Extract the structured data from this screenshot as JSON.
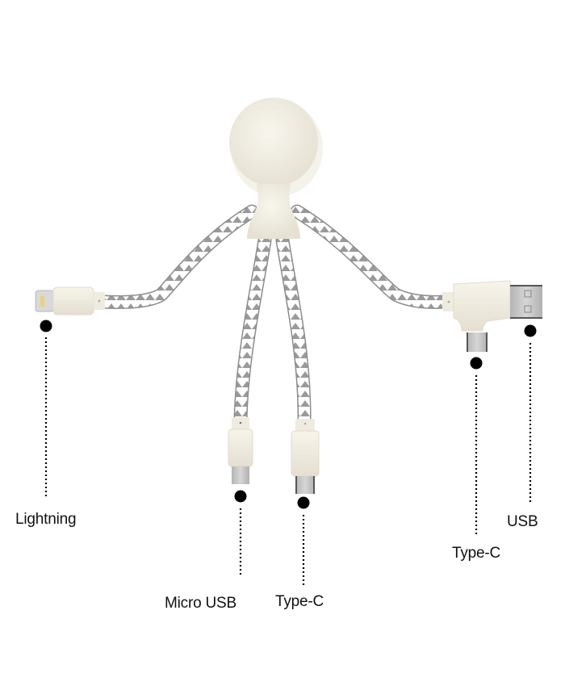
{
  "diagram": {
    "subject": "Multi-connector charging cable figure",
    "colors": {
      "body": "#f3f0e6",
      "body_shadow": "#e2ddd0",
      "braid_light": "#ffffff",
      "braid_dark": "#9a9a9a",
      "metal": "#c8c8c8",
      "metal_edge": "#555555",
      "lightning_pin": "#e8d27a",
      "marker": "#000000"
    },
    "connectors": [
      {
        "id": "lightning",
        "label": "Lightning"
      },
      {
        "id": "micro-usb",
        "label": "Micro USB"
      },
      {
        "id": "type-c-bottom",
        "label": "Type-C"
      },
      {
        "id": "type-c-side",
        "label": "Type-C"
      },
      {
        "id": "usb",
        "label": "USB"
      }
    ]
  }
}
